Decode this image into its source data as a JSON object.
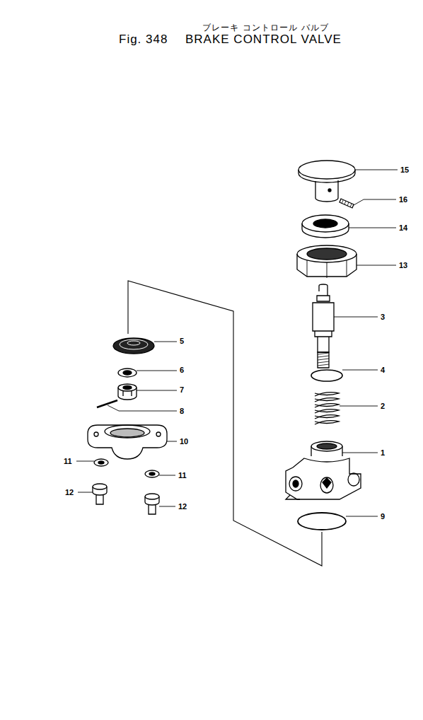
{
  "diagram": {
    "title": "BRAKE CONTROL VALVE",
    "labels": [
      "ブレーキ コントロール バルブ",
      "Fig. 348",
      "15",
      "16",
      "14",
      "13",
      "3",
      "5",
      "6",
      "7",
      "8",
      "4",
      "2",
      "10",
      "1",
      "11",
      "11",
      "12",
      "12",
      "9"
    ]
  }
}
